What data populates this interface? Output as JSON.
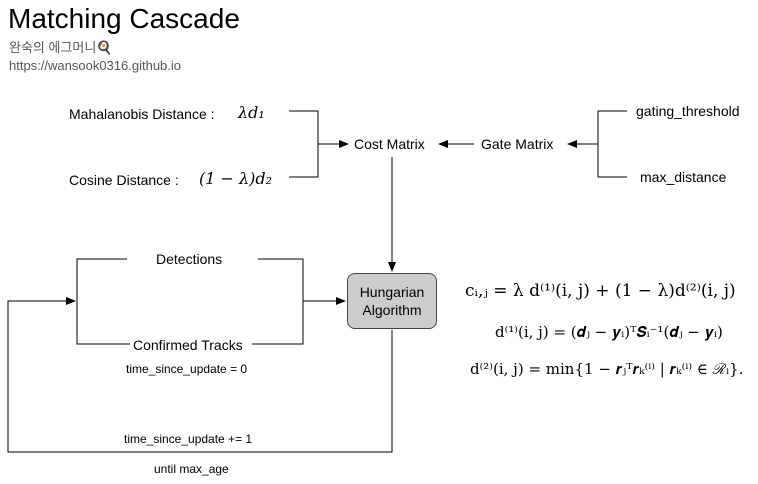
{
  "header": {
    "title": "Matching Cascade",
    "author": "완숙의 에그머니🍳",
    "url": "https://wansook0316.github.io"
  },
  "nodes": {
    "mahalanobis_label": "Mahalanobis Distance :",
    "mahalanobis_formula": "λd₁",
    "cosine_label": "Cosine Distance :",
    "cosine_formula": "(1 − λ)d₂",
    "cost_matrix": "Cost Matrix",
    "gate_matrix": "Gate Matrix",
    "gating_threshold": "gating_threshold",
    "max_distance": "max_distance",
    "detections": "Detections",
    "confirmed_tracks": "Confirmed Tracks",
    "hungarian_line1": "Hungarian",
    "hungarian_line2": "Algorithm"
  },
  "edge_labels": {
    "tsu_zero": "time_since_update = 0",
    "tsu_inc": "time_since_update += 1",
    "until_max_age": "until max_age"
  },
  "equations": {
    "eq1": "cᵢ,ⱼ = λ d⁽¹⁾(i, j) + (1 − λ)d⁽²⁾(i, j)",
    "eq2": "d⁽¹⁾(i, j) = (𝒅ⱼ − 𝒚ᵢ)ᵀ𝑺ᵢ⁻¹(𝒅ⱼ − 𝒚ᵢ)",
    "eq3": "d⁽²⁾(i, j) = min{1 − 𝒓ⱼᵀ𝒓ₖ⁽ⁱ⁾ | 𝒓ₖ⁽ⁱ⁾ ∈ ℛᵢ}."
  }
}
